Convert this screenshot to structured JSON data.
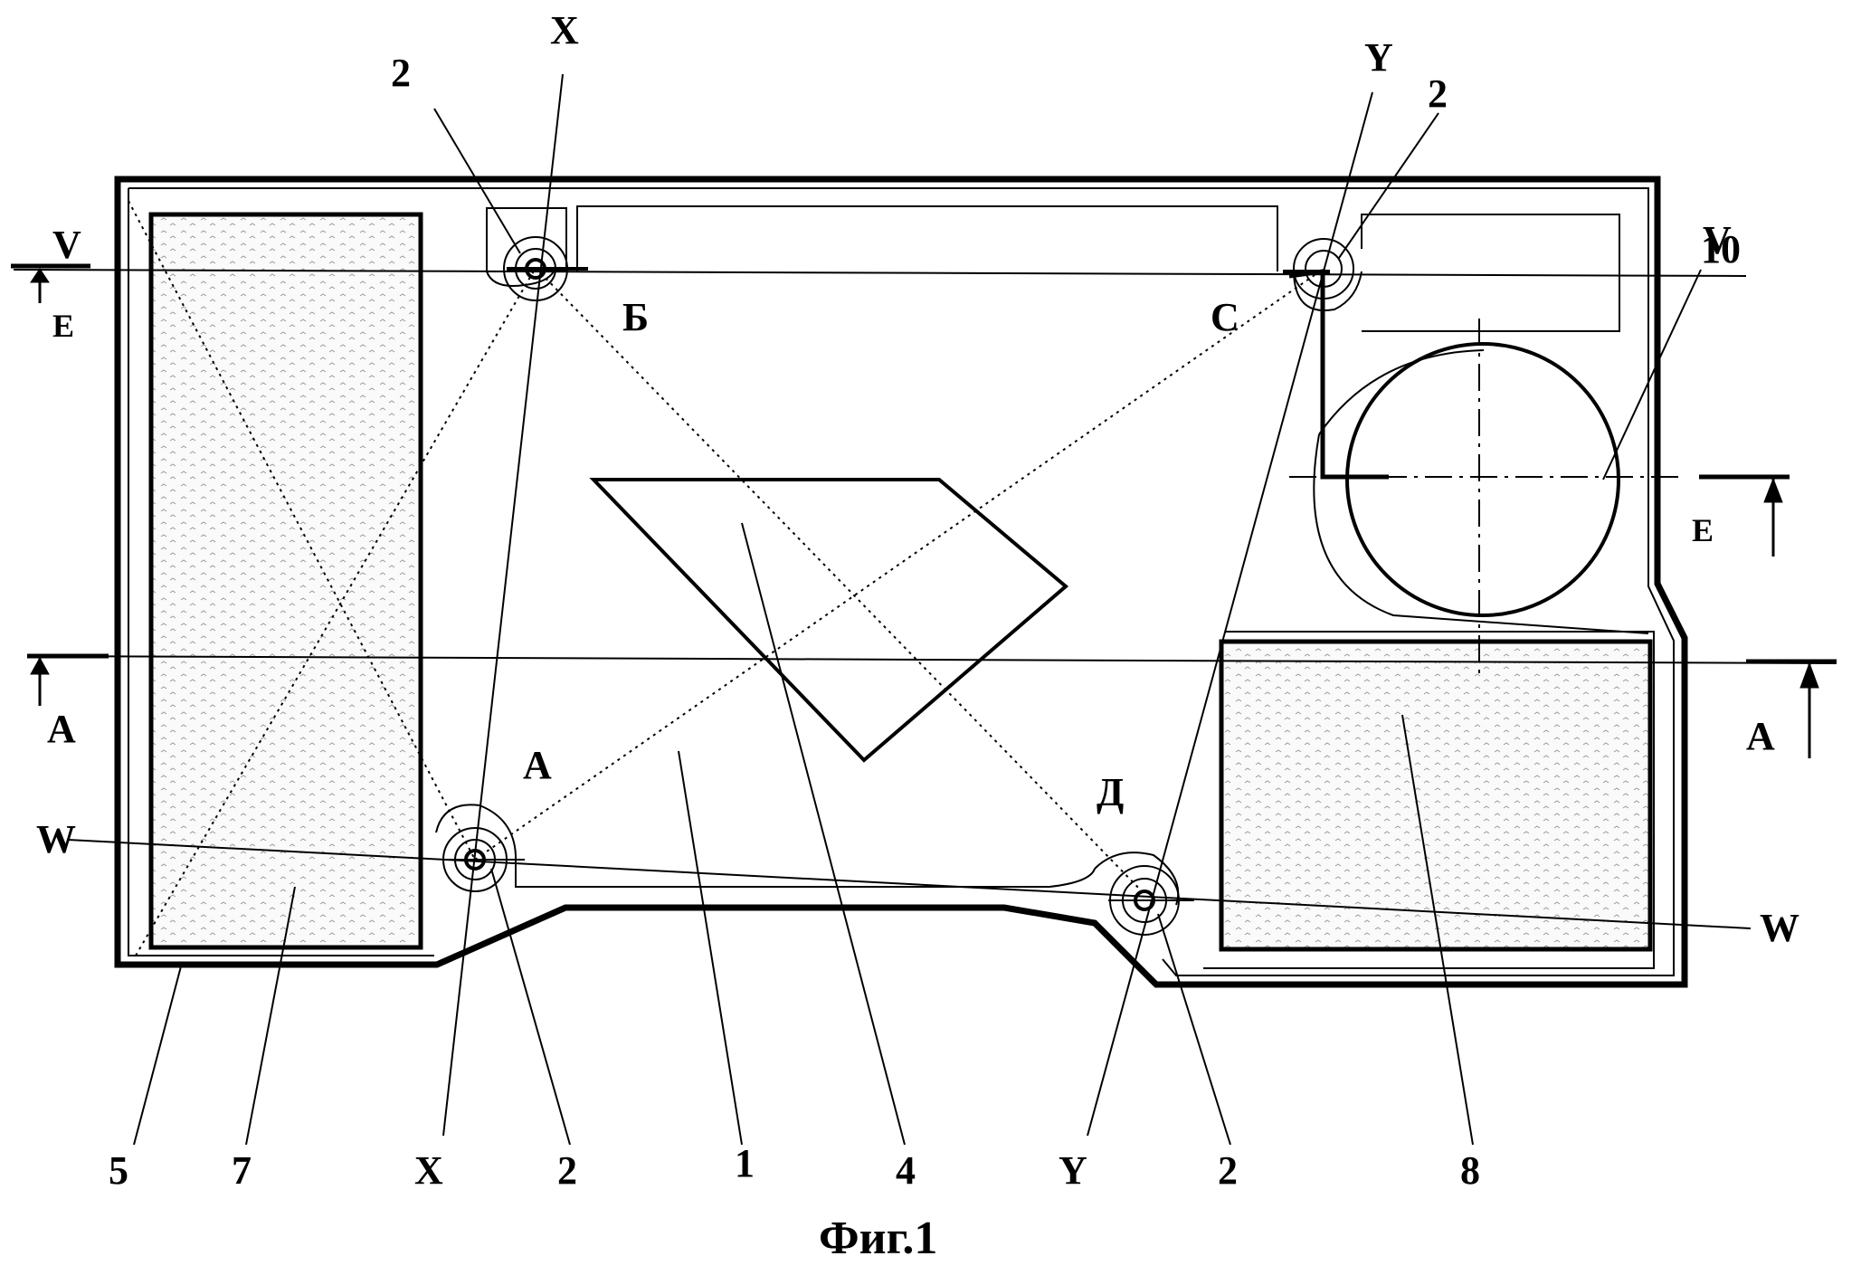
{
  "figure": {
    "caption": "Фиг.1",
    "section_labels": {
      "V_left": "V",
      "V_right": "V",
      "E_left": "E",
      "E_right": "E",
      "A_left": "A",
      "A_right": "A",
      "W_left": "W",
      "W_right": "W",
      "X_top": "X",
      "X_bottom": "X",
      "Y_top": "Y",
      "Y_bottom": "Y"
    },
    "point_labels": {
      "B": "Б",
      "C": "С",
      "A": "А",
      "D": "Д"
    },
    "callouts": {
      "n2_top_left": "2",
      "n2_top_right": "2",
      "n2_bottom_left": "2",
      "n2_bottom_right": "2",
      "n10": "10",
      "n5": "5",
      "n7": "7",
      "n1": "1",
      "n4": "4",
      "n8": "8"
    },
    "colors": {
      "ink": "#000000",
      "background": "#ffffff",
      "hatch": "#9a9a9a"
    }
  }
}
